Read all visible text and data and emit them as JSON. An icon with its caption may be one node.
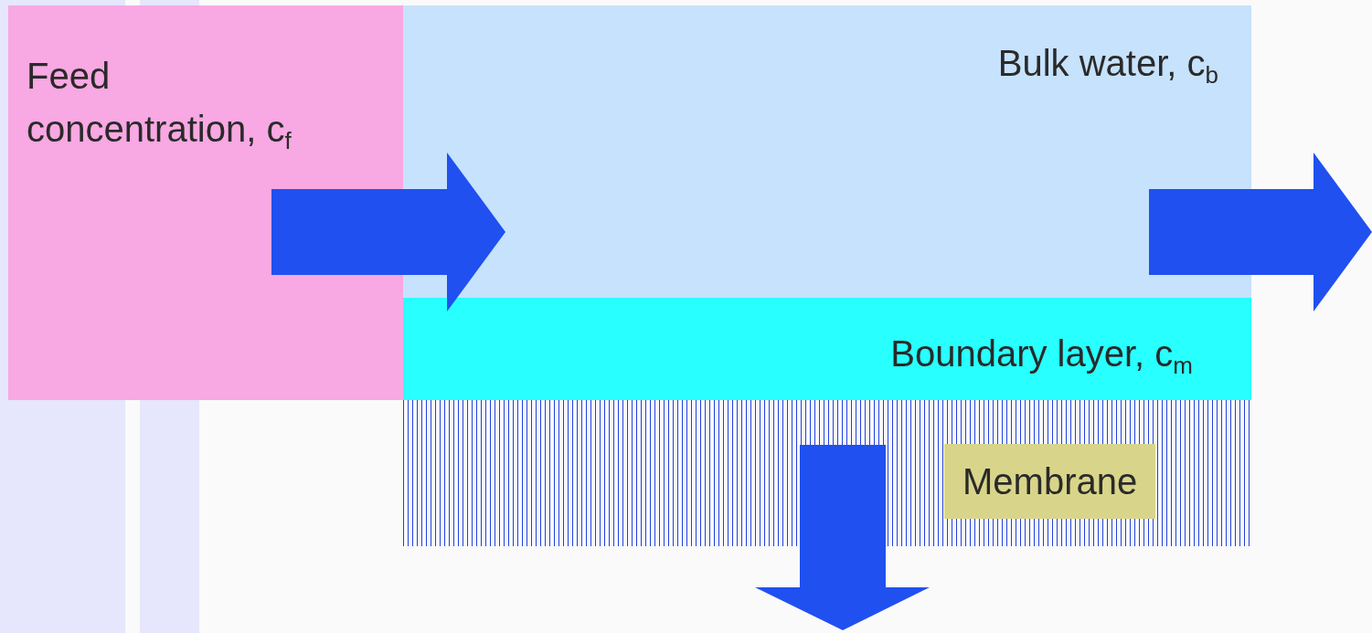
{
  "diagram": {
    "nodes": [
      {
        "text": [
          "Feed concentration, c$_{f}$"
        ]
      },
      {
        "text": [
          "Bulk water, c$_{b}$"
        ]
      },
      {
        "text": [
          "Boundary layer, c$_{m}$"
        ]
      },
      {
        "text": [
          "Membrane"
        ]
      }
    ],
    "edges": [
      {
        "from": 0,
        "to": 1,
        "arrow": "to"
      },
      {
        "from": 1,
        "to": null,
        "arrow": "to"
      },
      {
        "from": 3,
        "to": null,
        "arrow": "to"
      }
    ]
  }
}
